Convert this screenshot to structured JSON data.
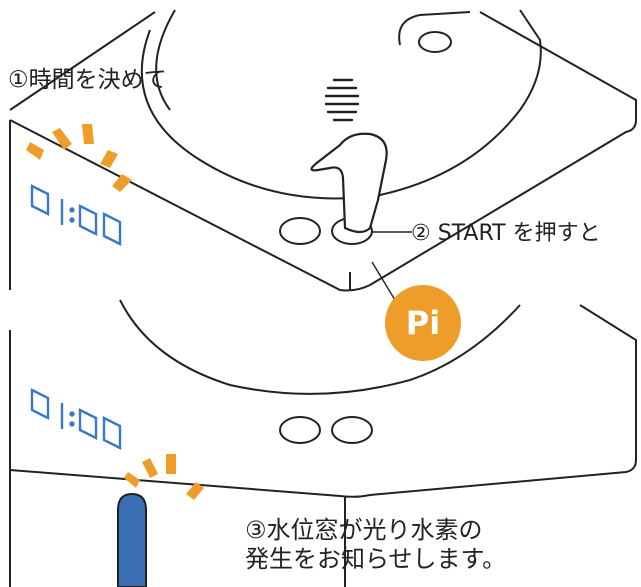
{
  "steps": {
    "step1": "①時間を決めて",
    "step2": "② START を押すと",
    "step3_line1": "③水位窓が光り水素の",
    "step3_line2": "発生をお知らせします。"
  },
  "sound_bubble": "Pi",
  "display_value": "0 1:00",
  "colors": {
    "outline": "#222222",
    "display_blue": "#3a78c9",
    "accent_orange": "#ef9d2a",
    "water_window": "#3a6fb5"
  }
}
